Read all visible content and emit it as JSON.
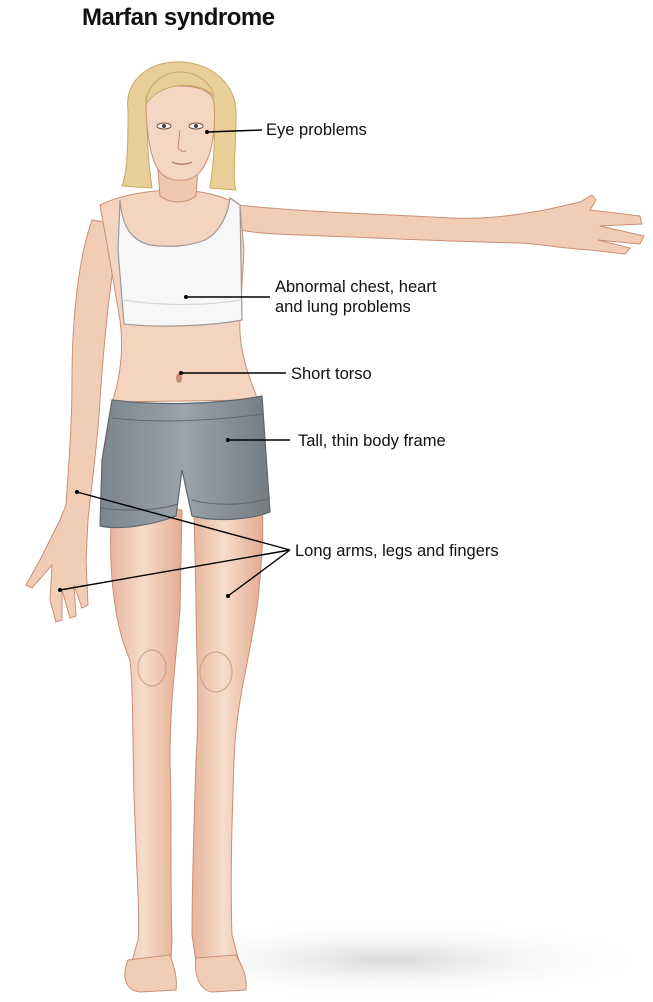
{
  "title": "Marfan syndrome",
  "labels": {
    "eye": "Eye problems",
    "chest_line1": "Abnormal chest, heart",
    "chest_line2": "and lung problems",
    "torso": "Short torso",
    "frame": "Tall, thin body frame",
    "limbs": "Long arms, legs and fingers"
  },
  "colors": {
    "skin": "#f4d3bf",
    "skin_shadow": "#e3ab90",
    "hair": "#e8cf97",
    "hair_shadow": "#c9a867",
    "top": "#f7f7f7",
    "shorts": "#8b949c",
    "shorts_shadow": "#6f7880",
    "leader_line": "#000000"
  }
}
